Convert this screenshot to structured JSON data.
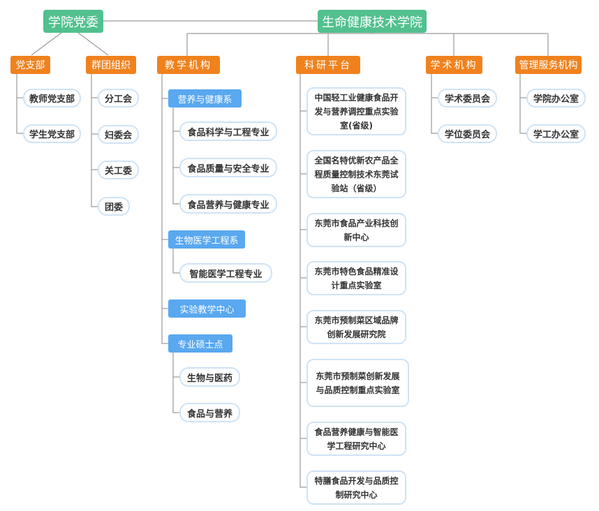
{
  "root_party": "学院党委",
  "root_college": "生命健康技术学院",
  "party_branch": {
    "label": "党支部",
    "items": [
      "教师党支部",
      "学生党支部"
    ]
  },
  "mass_org": {
    "label": "群团组织",
    "items": [
      "分工会",
      "妇委会",
      "关工委",
      "团委"
    ]
  },
  "teaching": {
    "label": "教学机构",
    "departments": [
      {
        "label": "营养与健康系",
        "items": [
          "食品科学与工程专业",
          "食品质量与安全专业",
          "食品营养与健康专业"
        ]
      },
      {
        "label": "生物医学工程系",
        "items": [
          "智能医学工程专业"
        ]
      },
      {
        "label": "实验教学中心",
        "items": []
      },
      {
        "label": "专业硕士点",
        "items": [
          "生物与医药",
          "食品与营养"
        ]
      }
    ]
  },
  "research": {
    "label": "科研平台",
    "items": [
      "中国轻工业健康食品开发与营养调控重点实验室(省级)",
      "全国名特优新农产品全程质量控制技术东莞试验站（省级）",
      "东莞市食品产业科技创新中心",
      "东莞市特色食品精准设计重点实验室",
      "东莞市预制菜区域品牌创新发展研究院",
      "东莞市预制菜创新发展与品质控制重点实验室",
      "食品营养健康与智能医学工程研究中心",
      "特膳食品开发与品质控制研究中心"
    ]
  },
  "academic": {
    "label": "学术机构",
    "items": [
      "学术委员会",
      "学位委员会"
    ]
  },
  "management": {
    "label": "管理服务机构",
    "items": [
      "学院办公室",
      "学工办公室"
    ]
  }
}
